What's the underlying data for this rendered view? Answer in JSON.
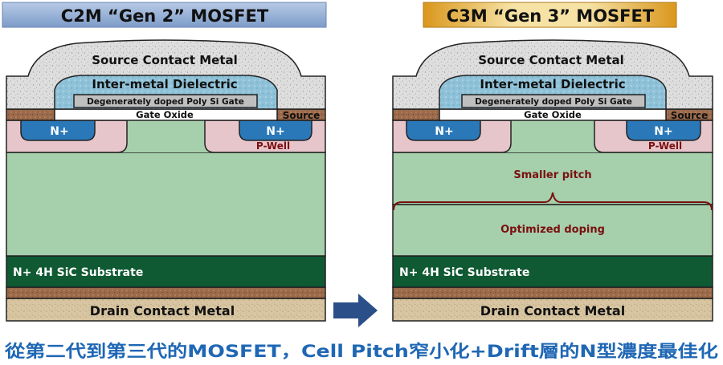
{
  "left": {
    "title": "C2M “Gen 2” MOSFET",
    "source_contact_metal": "Source Contact Metal",
    "inter_metal_dielectric": "Inter-metal Dielectric",
    "poly_gate": "Degenerately doped Poly Si Gate",
    "gate_oxide": "Gate Oxide",
    "source": "Source",
    "n_plus_left": "N+",
    "n_plus_right": "N+",
    "p_well": "P-Well",
    "substrate": "N+ 4H SiC Substrate",
    "drain_contact_metal": "Drain Contact Metal"
  },
  "right": {
    "title": "C3M “Gen 3” MOSFET",
    "source_contact_metal": "Source Contact Metal",
    "inter_metal_dielectric": "Inter-metal Dielectric",
    "poly_gate": "Degenerately doped Poly Si Gate",
    "gate_oxide": "Gate Oxide",
    "source": "Source",
    "n_plus_left": "N+",
    "n_plus_right": "N+",
    "p_well": "P-Well",
    "smaller_pitch": "Smaller pitch",
    "optimized_doping": "Optimized doping",
    "substrate": "N+ 4H SiC Substrate",
    "drain_contact_metal": "Drain Contact Metal"
  },
  "caption": "從第二代到第三代的MOSFET，Cell Pitch窄小化+Drift層的N型濃度最佳化",
  "colors": {
    "drift": "#a6cfac",
    "substrate": "#0f5a32",
    "pwell": "#e7c6cb",
    "nplus": "#2a78b8",
    "metal": "#dddddd",
    "ild": "#8fc2d8",
    "poly": "#bfbfbf",
    "drain": "#d8c6a2",
    "annotation": "#7a1010",
    "left_title_bg": "#8ea9cf",
    "right_title_bg": "#e0a52e",
    "arrow": "#2b4f88",
    "caption": "#1f67b4"
  }
}
